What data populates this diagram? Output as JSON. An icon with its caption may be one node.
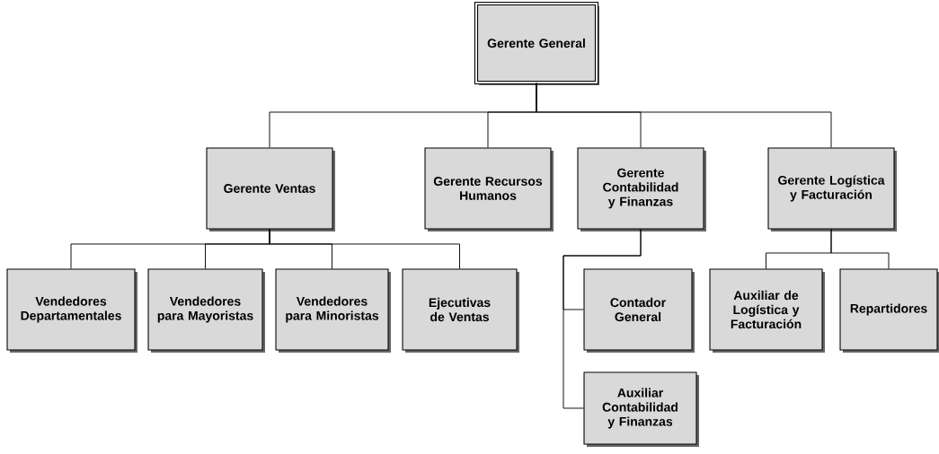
{
  "diagram": {
    "nodes": [
      {
        "text": [
          "Gerente General"
        ]
      },
      {
        "text": [
          "Gerente Ventas"
        ]
      },
      {
        "text": [
          "Gerente Recursos Humanos"
        ]
      },
      {
        "text": [
          "Gerente Contabilidad y Finanzas"
        ]
      },
      {
        "text": [
          "Gerente Logística y Facturación"
        ]
      },
      {
        "text": [
          "Vendedores Departamentales"
        ]
      },
      {
        "text": [
          "Vendedores para Mayoristas"
        ]
      },
      {
        "text": [
          "Vendedores para Minoristas"
        ]
      },
      {
        "text": [
          "Ejecutivas de Ventas"
        ]
      },
      {
        "text": [
          "Contador General"
        ]
      },
      {
        "text": [
          "Auxiliar Contabilidad y Finanzas"
        ]
      },
      {
        "text": [
          "Auxiliar de Logística y Facturación"
        ]
      },
      {
        "text": [
          "Repartidores"
        ]
      }
    ],
    "edges": [
      {
        "from": 0,
        "to": 1,
        "arrow": "none"
      },
      {
        "from": 0,
        "to": 2,
        "arrow": "none"
      },
      {
        "from": 0,
        "to": 3,
        "arrow": "none"
      },
      {
        "from": 0,
        "to": 4,
        "arrow": "none"
      },
      {
        "from": 1,
        "to": 5,
        "arrow": "none"
      },
      {
        "from": 1,
        "to": 6,
        "arrow": "none"
      },
      {
        "from": 1,
        "to": 7,
        "arrow": "none"
      },
      {
        "from": 1,
        "to": 8,
        "arrow": "none"
      },
      {
        "from": 3,
        "to": 9,
        "arrow": "none"
      },
      {
        "from": 3,
        "to": 10,
        "arrow": "none"
      },
      {
        "from": 4,
        "to": 11,
        "arrow": "none"
      },
      {
        "from": 4,
        "to": 12,
        "arrow": "none"
      }
    ]
  }
}
